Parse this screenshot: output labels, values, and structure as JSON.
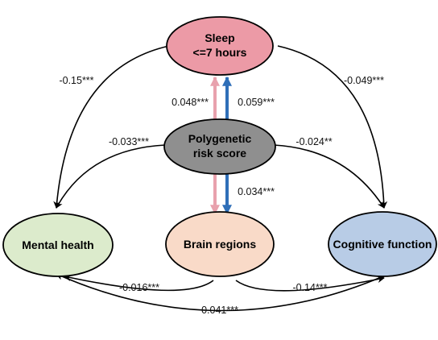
{
  "colors": {
    "sleep": "#ec9aa6",
    "prs": "#8f8f8f",
    "mental": "#dcebcc",
    "brain": "#f9dac8",
    "cognitive": "#b8cce6",
    "pink_arrow": "#e8a1ad",
    "blue_arrow": "#2f6fb8",
    "edge": "#000000"
  },
  "nodes": {
    "sleep": {
      "line1": "Sleep",
      "line2": "<=7 hours"
    },
    "prs": {
      "line1": "Polygenetic",
      "line2": "risk score"
    },
    "mental": {
      "label": "Mental health"
    },
    "brain": {
      "label": "Brain regions"
    },
    "cognitive": {
      "label": "Cognitive function"
    }
  },
  "edges": {
    "sleep_to_mental": "-0.15***",
    "sleep_to_cognitive": "-0.049***",
    "prs_to_sleep": "0.048***",
    "sleep_to_prs": "0.059***",
    "prs_to_mental": "-0.033***",
    "prs_to_cognitive": "-0.024**",
    "prs_to_brain": "0.034***",
    "brain_to_mental": "-0.016***",
    "brain_to_cognitive": "-0.14***",
    "mental_cognitive": "0.041***"
  }
}
